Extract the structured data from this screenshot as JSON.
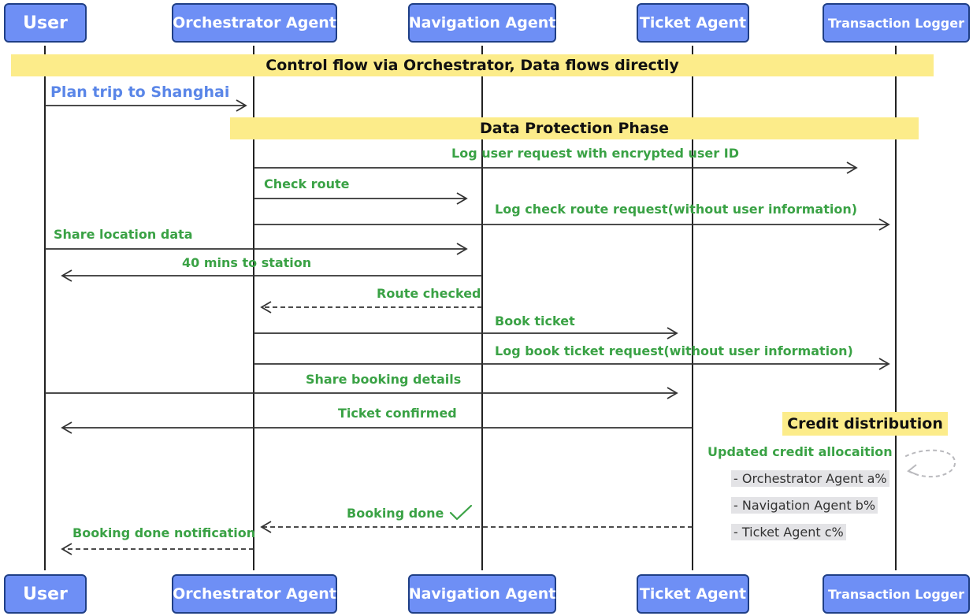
{
  "actors": [
    {
      "id": "user",
      "label": "User"
    },
    {
      "id": "orchestrator",
      "label": "Orchestrator Agent"
    },
    {
      "id": "navigation",
      "label": "Navigation Agent"
    },
    {
      "id": "ticket",
      "label": "Ticket Agent"
    },
    {
      "id": "logger",
      "label": "Transaction Logger"
    }
  ],
  "bands": {
    "control_flow": "Control flow via Orchestrator, Data flows directly",
    "data_protection": "Data Protection Phase",
    "credit_distribution": "Credit distribution"
  },
  "messages": [
    {
      "id": "m1",
      "from": "user",
      "to": "orchestrator",
      "style": "solid",
      "label": "Plan trip to Shanghai"
    },
    {
      "id": "m2",
      "from": "orchestrator",
      "to": "logger",
      "style": "solid",
      "label": "Log user request with encrypted user ID"
    },
    {
      "id": "m3",
      "from": "orchestrator",
      "to": "navigation",
      "style": "solid",
      "label": "Check route"
    },
    {
      "id": "m4",
      "from": "orchestrator",
      "to": "logger",
      "style": "solid",
      "label": "Log check route request(without user information)"
    },
    {
      "id": "m5",
      "from": "user",
      "to": "navigation",
      "style": "solid",
      "label": "Share location data"
    },
    {
      "id": "m6",
      "from": "navigation",
      "to": "user",
      "style": "solid",
      "label": "40 mins to  station"
    },
    {
      "id": "m7",
      "from": "navigation",
      "to": "orchestrator",
      "style": "dashed",
      "label": "Route checked"
    },
    {
      "id": "m8",
      "from": "orchestrator",
      "to": "ticket",
      "style": "solid",
      "label": "Book ticket"
    },
    {
      "id": "m9",
      "from": "orchestrator",
      "to": "logger",
      "style": "solid",
      "label": "Log book ticket request(without user information)"
    },
    {
      "id": "m10",
      "from": "user",
      "to": "ticket",
      "style": "solid",
      "label": "Share booking details"
    },
    {
      "id": "m11",
      "from": "ticket",
      "to": "user",
      "style": "solid",
      "label": "Ticket confirmed"
    },
    {
      "id": "m12",
      "from": "ticket",
      "to": "orchestrator",
      "style": "dashed",
      "label": "Booking done"
    },
    {
      "id": "m13",
      "from": "orchestrator",
      "to": "user",
      "style": "dashed",
      "label": "Booking done notification"
    }
  ],
  "credit": {
    "heading": "Updated credit allocaition",
    "items": [
      "- Orchestrator Agent a%",
      "- Navigation Agent b%",
      "- Ticket Agent c%"
    ]
  },
  "icons": {
    "booking_done": "checkmark-icon",
    "self_loop": "dashed-loop-arrow-icon"
  },
  "colors": {
    "actor_fill": "#6e8ff5",
    "actor_border": "#1f3f86",
    "band": "#fcec8a",
    "message_text": "#3aa245",
    "request_text": "#5a86e8",
    "arrow": "#333333",
    "credit_item_bg": "#e3e3e6"
  }
}
